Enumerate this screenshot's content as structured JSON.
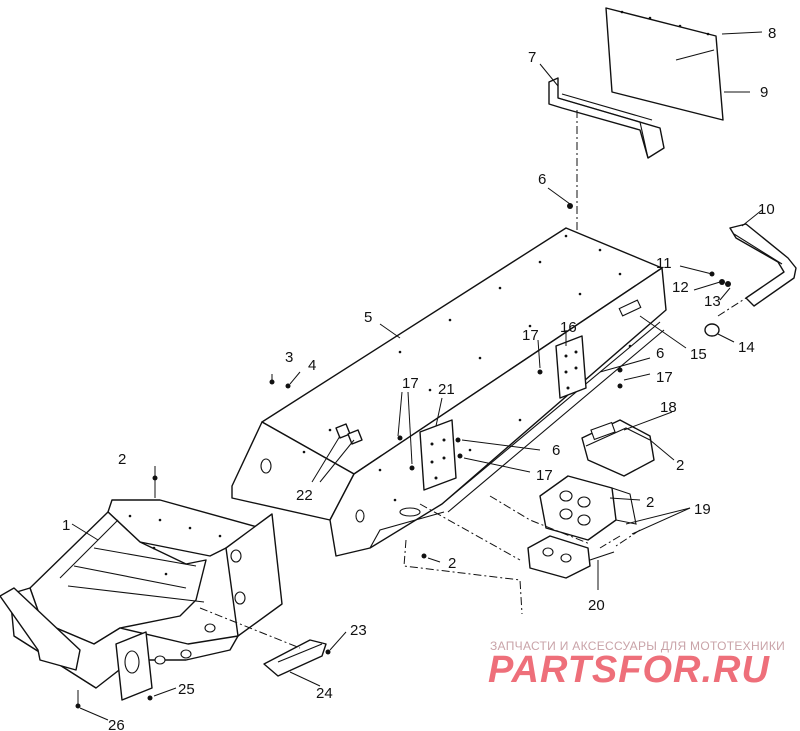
{
  "callouts": [
    "1",
    "2",
    "3",
    "4",
    "5",
    "6",
    "7",
    "8",
    "9",
    "10",
    "11",
    "12",
    "13",
    "14",
    "15",
    "16",
    "17",
    "18",
    "19",
    "20",
    "21",
    "22",
    "23",
    "24",
    "25",
    "26"
  ],
  "extra_labels": {
    "l2b": "2",
    "l2c": "2",
    "l2d": "2",
    "l6b": "6",
    "l6c": "6",
    "l17b": "17",
    "l17c": "17",
    "l17d": "17"
  },
  "watermark": {
    "tagline": "ЗАПЧАСТИ И АКСЕССУАРЫ ДЛЯ МОТОТЕХНИКИ",
    "logo": "PARTSFOR.RU"
  }
}
